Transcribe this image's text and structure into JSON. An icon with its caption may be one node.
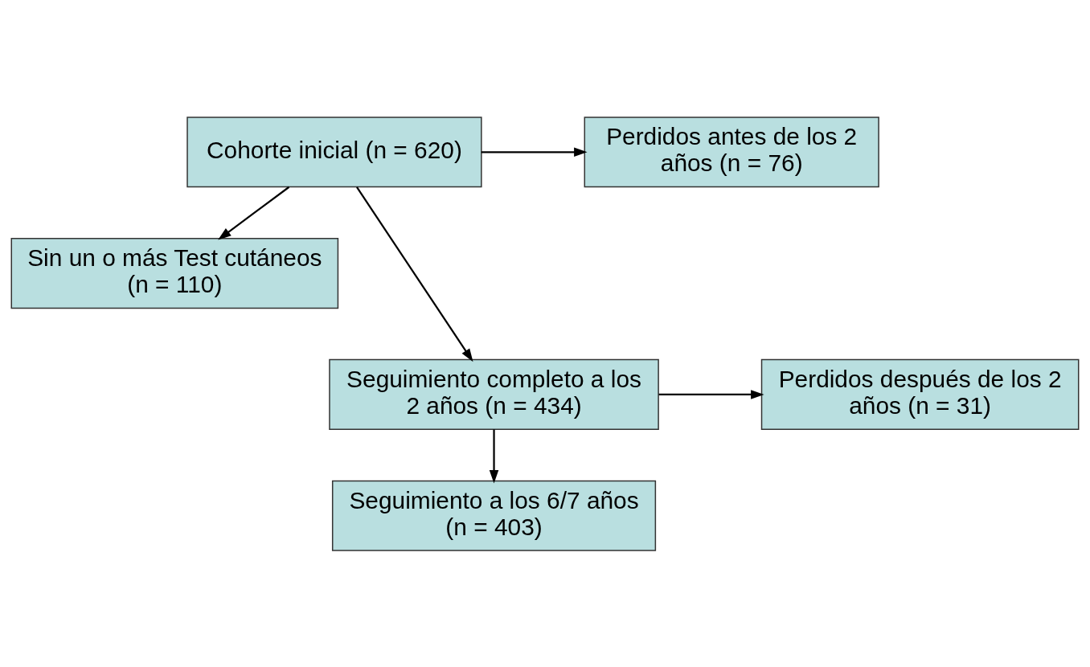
{
  "diagram": {
    "nodes": [
      {
        "text": [
          "Cohorte inicial (n = 620)"
        ]
      },
      {
        "text": [
          "Perdidos antes de los 2 años (n = 76)"
        ]
      },
      {
        "text": [
          "Sin un o más Test cutáneos (n = 110)"
        ]
      },
      {
        "text": [
          "Seguimiento completo a los 2 años (n = 434)"
        ]
      },
      {
        "text": [
          "Perdidos después de los 2 años (n = 31)"
        ]
      },
      {
        "text": [
          "Seguimiento a los 6/7 años (n = 403)"
        ]
      }
    ],
    "edges": [
      {
        "from": 0,
        "to": 1,
        "arrow": "to"
      },
      {
        "from": 0,
        "to": 2,
        "arrow": "to"
      },
      {
        "from": 0,
        "to": 3,
        "arrow": "to"
      },
      {
        "from": 3,
        "to": 4,
        "arrow": "to"
      },
      {
        "from": 3,
        "to": 5,
        "arrow": "to"
      }
    ]
  }
}
